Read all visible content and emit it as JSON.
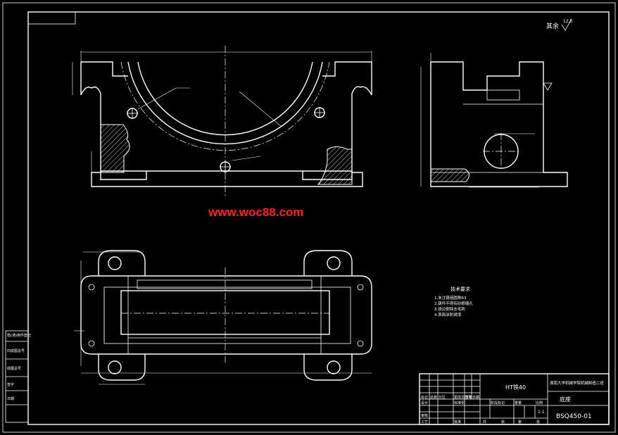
{
  "watermark": "www.woc88.com",
  "roughness_note": {
    "label": "其余",
    "value": "12.5"
  },
  "tech_requirements": {
    "title": "技术要求",
    "items": [
      "1.未注铸造圆角R3",
      "2.铸件不得有砂眼缩孔",
      "3.锐边倒钝去毛刺",
      "4.表面涂防锈漆"
    ]
  },
  "title_block": {
    "material": "HT铁40",
    "company": "湖南大学机械学院机械制造二班",
    "part_name": "底座",
    "drawing_no": "BSQ450-01",
    "scale_value": "1:1",
    "row_labels": [
      "标记",
      "设计",
      "审核",
      "工艺"
    ],
    "col_labels": [
      "处数",
      "分区",
      "更改文件号",
      "签名",
      "日期"
    ],
    "mid_labels": [
      "标准化",
      "批准",
      "阶段标记",
      "重量",
      "比例"
    ],
    "bottom_labels": [
      "共",
      "张",
      "第",
      "张"
    ]
  },
  "left_strip": {
    "labels": [
      "借(通)用件登记",
      "旧底图总号",
      "底图总号",
      "签字",
      "日期"
    ]
  },
  "icons": [
    "surface-roughness-icon",
    "hole-center-icon"
  ]
}
